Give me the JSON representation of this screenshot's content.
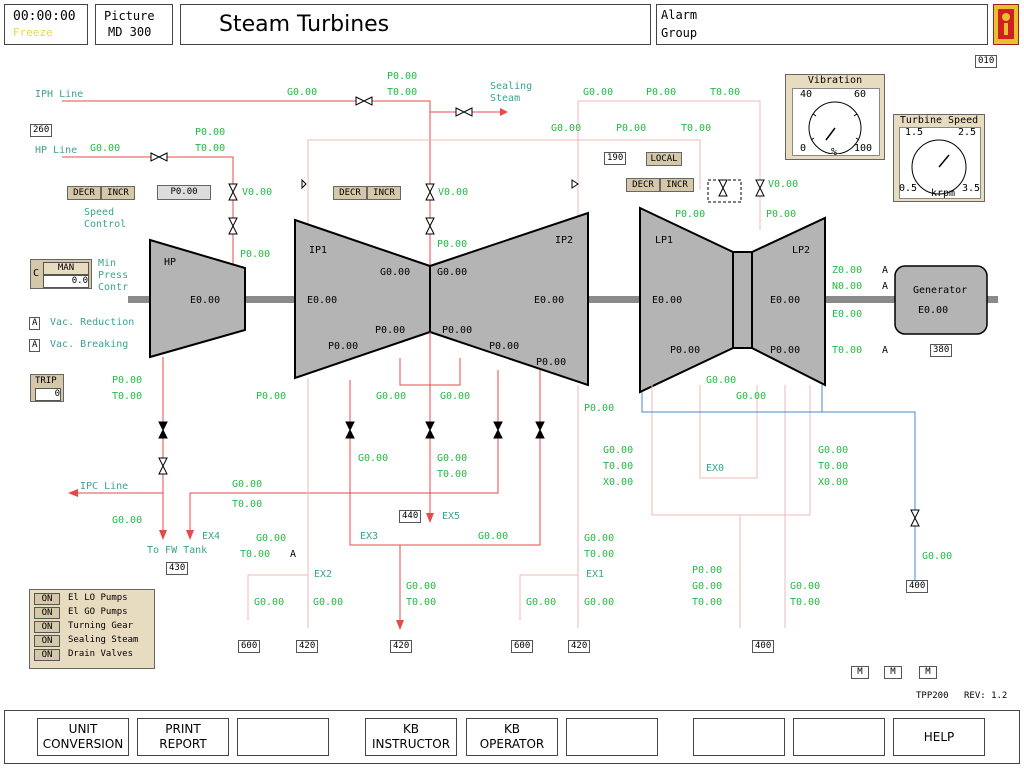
{
  "header": {
    "clock": "00:00:00",
    "freeze": "Freeze",
    "picture_label": "Picture",
    "picture_code": "MD 300",
    "title": "Steam Turbines",
    "alarm_label": "Alarm",
    "group_label": "Group",
    "page_num": "010"
  },
  "colors": {
    "line_red": "#e84848",
    "line_pink": "#f2b8b8",
    "line_blue": "#4488cc",
    "value_green": "#22bb44",
    "label_teal": "#3aa38f",
    "panel_tan": "#e8dcc0",
    "turbine_gray": "#b4b4b4"
  },
  "lines": {
    "iph": "IPH Line",
    "hp": "HP Line",
    "sealing1": "Sealing",
    "sealing2": "Steam",
    "ipc": "IPC Line",
    "to_fw": "To FW Tank"
  },
  "boxes": {
    "b260": "260",
    "b190": "190",
    "b380": "380",
    "b440": "440",
    "b430": "430",
    "b400a": "400",
    "b600a": "600",
    "b420a": "420",
    "b420b": "420",
    "b600b": "600",
    "b420c": "420",
    "b400b": "400"
  },
  "controls": {
    "decr": "DECR",
    "incr": "INCR",
    "local": "LOCAL",
    "speed_ctrl1": "Speed",
    "speed_ctrl2": "Control",
    "p_setpoint": "P0.00",
    "man": "MAN",
    "c_label": "C",
    "man_value": "0.0",
    "min_press1": "Min",
    "min_press2": "Press",
    "min_press3": "Contr",
    "trip": "TRIP",
    "trip_value": "0",
    "a_flag": "A",
    "vac_reduction": "Vac. Reduction",
    "vac_breaking": "Vac. Breaking"
  },
  "turbines": {
    "hp": "HP",
    "ip1": "IP1",
    "ip2": "IP2",
    "lp1": "LP1",
    "lp2": "LP2",
    "generator": "Generator"
  },
  "gauges": {
    "vibration": {
      "title": "Vibration",
      "ticks": [
        "40",
        "60",
        "0",
        "100"
      ],
      "unit": "%",
      "value_pct": 0.3
    },
    "speed": {
      "title": "Turbine Speed",
      "ticks": [
        "1.5",
        "2.5",
        "0.5",
        "3.5"
      ],
      "unit": "krpm",
      "value_pct": 0.7
    }
  },
  "values": {
    "g0": "G0.00",
    "p0": "P0.00",
    "t0": "T0.00",
    "e0": "E0.00",
    "v0": "V0.00",
    "x0": "X0.00",
    "z0": "Z0.00",
    "n0": "N0.00",
    "a": "A"
  },
  "extractions": {
    "ex0": "EX0",
    "ex1": "EX1",
    "ex2": "EX2",
    "ex3": "EX3",
    "ex4": "EX4",
    "ex5": "EX5"
  },
  "pumps": [
    {
      "state": "ON",
      "label": "El LO Pumps"
    },
    {
      "state": "ON",
      "label": "El GO Pumps"
    },
    {
      "state": "ON",
      "label": "Turning Gear"
    },
    {
      "state": "ON",
      "label": "Sealing Steam"
    },
    {
      "state": "ON",
      "label": "Drain Valves"
    }
  ],
  "m_buttons": [
    "M",
    "M",
    "M"
  ],
  "footer_info": {
    "code": "TPP200",
    "rev": "REV: 1.2"
  },
  "function_keys": [
    {
      "l1": "UNIT",
      "l2": "CONVERSION"
    },
    {
      "l1": "PRINT",
      "l2": "REPORT"
    },
    {
      "l1": "",
      "l2": ""
    },
    {
      "l1": "KB",
      "l2": "INSTRUCTOR"
    },
    {
      "l1": "KB",
      "l2": "OPERATOR"
    },
    {
      "l1": "",
      "l2": ""
    },
    {
      "l1": "",
      "l2": ""
    },
    {
      "l1": "",
      "l2": ""
    },
    {
      "l1": "HELP",
      "l2": ""
    }
  ]
}
